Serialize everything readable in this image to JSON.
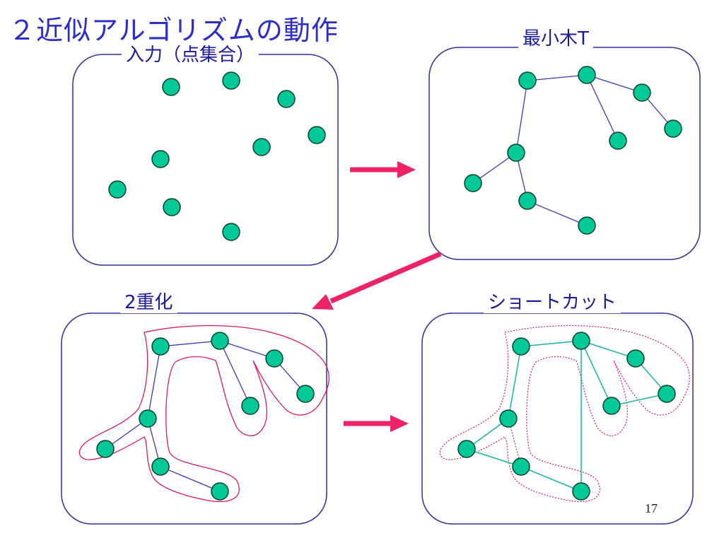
{
  "slide": {
    "title": "２近似アルゴリズムの動作",
    "page_number": "17"
  },
  "panels": {
    "input": {
      "label": "入力（点集合）"
    },
    "mst": {
      "label": "最小木T"
    },
    "doubled": {
      "label": "2重化"
    },
    "shortcut": {
      "label": "ショートカット"
    }
  },
  "colors": {
    "node_fill": "#00c896",
    "node_stroke": "#0a3f2f",
    "frame": "#2e2e9a",
    "tree_edge": "#3a3ab8",
    "doubling_curve": "#d81e5b",
    "shortcut_edge": "#1ab5a5",
    "arrow": "#ee2266"
  },
  "icons": [
    "arrow-right-icon",
    "arrow-down-left-icon",
    "arrow-right-icon"
  ]
}
